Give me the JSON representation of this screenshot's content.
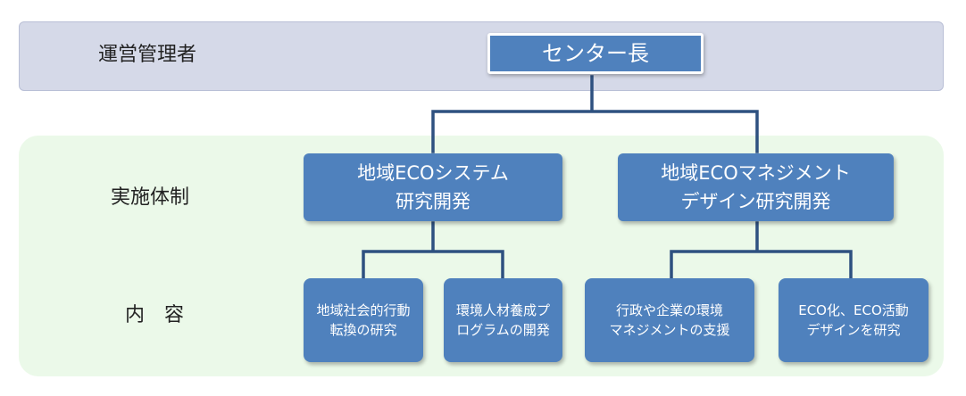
{
  "rows": {
    "management": "運営管理者",
    "structure": "実施体制",
    "content": "内　容"
  },
  "top": {
    "label": "センター長"
  },
  "mid": [
    {
      "line1": "地域ECOシステム",
      "line2": "研究開発"
    },
    {
      "line1": "地域ECOマネジメント",
      "line2": "デザイン研究開発"
    }
  ],
  "leaves": [
    {
      "line1": "地域社会的行動",
      "line2": "転換の研究"
    },
    {
      "line1": "環境人材養成プ",
      "line2": "ログラムの開発"
    },
    {
      "line1": "行政や企業の環境",
      "line2": "マネジメントの支援"
    },
    {
      "line1": "ECO化、ECO活動",
      "line2": "デザインを研究"
    }
  ],
  "colors": {
    "box_fill": "#4f81bd",
    "connector": "#2e5180",
    "top_band": "#d5d9e8",
    "bottom_band": "#ebf9e9"
  }
}
